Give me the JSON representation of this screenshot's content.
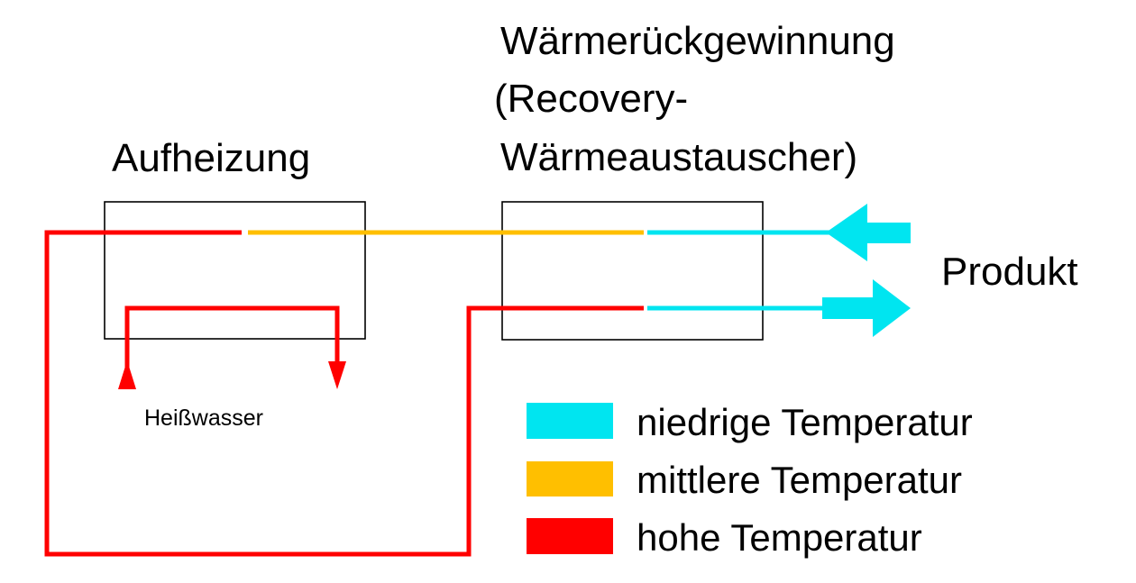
{
  "diagram": {
    "heating_label": "Aufheizung",
    "recovery_label_line1": "Wärmerückgewinnung",
    "recovery_label_line2": "(Recovery-",
    "recovery_label_line3": "Wärmeaustauscher)",
    "product_label": "Produkt",
    "hot_water_label": "Heißwasser"
  },
  "legend": {
    "items": [
      {
        "label": "niedrige Temperatur",
        "color": "#00e5f0"
      },
      {
        "label": "mittlere Temperatur",
        "color": "#ffbf00"
      },
      {
        "label": "hohe Temperatur",
        "color": "#ff0000"
      }
    ]
  },
  "colors": {
    "low": "#00e5f0",
    "medium": "#ffbf00",
    "high": "#ff0000",
    "outline": "#000000"
  }
}
